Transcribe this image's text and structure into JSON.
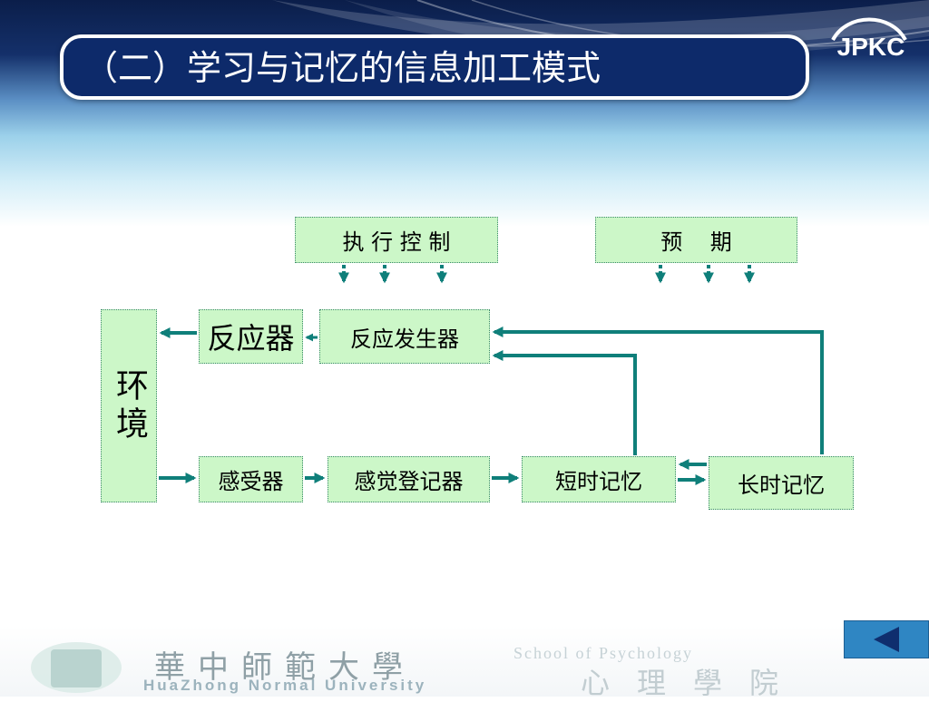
{
  "title": "（二）学习与记忆的信息加工模式",
  "logo": {
    "text": "JPKC"
  },
  "diagram": {
    "control_boxes": {
      "executive_control": "执 行 控 制",
      "expectation": "预    期"
    },
    "nodes": {
      "environment": "环境",
      "effector": "反应器",
      "response_generator": "反应发生器",
      "receptor": "感受器",
      "sensory_register": "感觉登记器",
      "short_term_memory": "短时记忆",
      "long_term_memory": "长时记忆"
    }
  },
  "footer": {
    "university_cn": "華中師範大學",
    "university_en": "HuaZhong Normal University",
    "school": "School of Psychology",
    "school_cn": "心理學院"
  },
  "colors": {
    "title_bar": "#0d2a6a",
    "box_fill": "#ccf7c8",
    "arrow": "#0f7f7a",
    "back_button": "#2f86c3"
  },
  "nav": {
    "back_icon": "triangle-left-icon"
  }
}
